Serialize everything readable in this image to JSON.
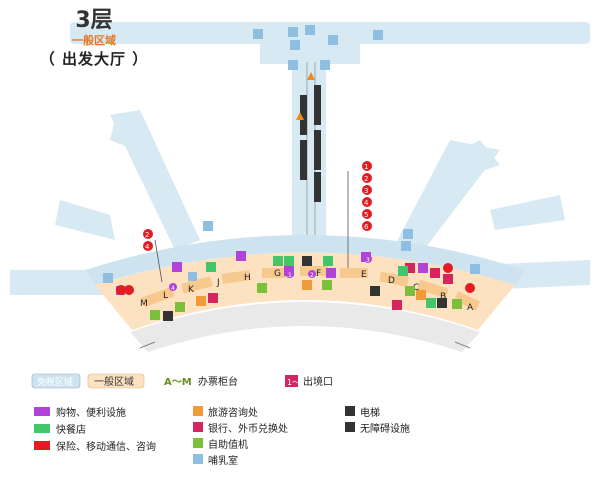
{
  "title": {
    "floor": "3层",
    "zone": "一般区域",
    "hall": "（ 出发大厅 ）"
  },
  "map": {
    "gates": [
      "A",
      "B",
      "C",
      "D",
      "E",
      "F",
      "G",
      "H",
      "J",
      "K",
      "L",
      "M"
    ],
    "numbers_top_right": [
      "1",
      "2",
      "3",
      "4",
      "5",
      "6"
    ],
    "numbers_left": [
      "2",
      "4"
    ],
    "counter_markers": [
      "1",
      "2",
      "3",
      "4"
    ],
    "icons": [
      "restroom-icon",
      "info-icon",
      "elevator-icon",
      "accessible-icon",
      "exchange-icon",
      "kiosk-icon",
      "nursing-icon",
      "arrow-up-icon"
    ]
  },
  "legend": {
    "duty_free": "免税区域",
    "general": "一般区域",
    "counter_key": "A～M",
    "counter_label": "办票柜台",
    "exit_key": "1～4",
    "exit_label": "出境口",
    "shopping": "购物、便利设施",
    "fastfood": "快餐店",
    "insurance": "保险、移动通信、咨询",
    "tourist_info": "旅游咨询处",
    "bank": "银行、外币兑换处",
    "self_checkin": "自助值机",
    "nursing": "哺乳室",
    "elevator": "电梯",
    "accessible": "无障碍设施"
  },
  "colors": {
    "concourse": "#cde4f0",
    "hall": "#fde2c2",
    "duty_free_fill": "#cde4f0",
    "general_fill": "#fde2c2",
    "shopping": "#b044d8",
    "fastfood": "#44c56a",
    "insurance": "#e31b23",
    "icon_bg": "#8fbfe0",
    "money": "#d6245f",
    "kiosk": "#7cbf3b",
    "info": "#f19a38"
  }
}
